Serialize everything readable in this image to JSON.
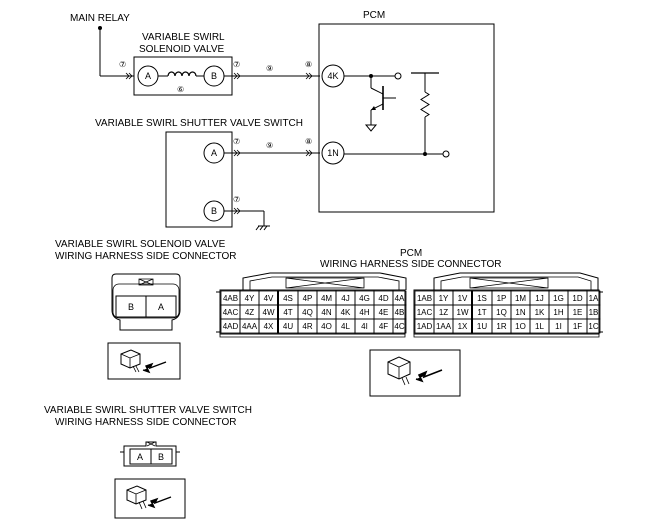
{
  "labels": {
    "main_relay": "MAIN RELAY",
    "pcm": "PCM",
    "solenoid_line1": "VARIABLE SWIRL",
    "solenoid_line2": "SOLENOID VALVE",
    "shutter_switch": "VARIABLE SWIRL SHUTTER VALVE SWITCH",
    "sol_conn_line1": "VARIABLE SWIRL SOLENOID VALVE",
    "sol_conn_line2": "WIRING HARNESS SIDE CONNECTOR",
    "pcm_conn_line1": "PCM",
    "pcm_conn_line2": "WIRING HARNESS SIDE CONNECTOR",
    "sw_conn_line1": "VARIABLE SWIRL SHUTTER VALVE SWITCH",
    "sw_conn_line2": "WIRING HARNESS SIDE CONNECTOR"
  },
  "pins": {
    "sol_a": "A",
    "sol_b": "B",
    "sw_a": "A",
    "sw_b": "B",
    "pcm_4k": "4K",
    "pcm_1n": "1N"
  },
  "refs": {
    "r7": "⑦",
    "r6": "⑥",
    "r8": "⑧",
    "r9": "⑨"
  },
  "connectors": {
    "sol_pins": [
      "B",
      "A"
    ],
    "sw_pins": [
      "A",
      "B"
    ],
    "pcm_left": [
      [
        "4AB",
        "4Y",
        "4V",
        "4S",
        "4P",
        "4M",
        "4J",
        "4G",
        "4D",
        "4A"
      ],
      [
        "4AC",
        "4Z",
        "4W",
        "4T",
        "4Q",
        "4N",
        "4K",
        "4H",
        "4E",
        "4B"
      ],
      [
        "4AD",
        "4AA",
        "4X",
        "4U",
        "4R",
        "4O",
        "4L",
        "4I",
        "4F",
        "4C"
      ]
    ],
    "pcm_right": [
      [
        "1AB",
        "1Y",
        "1V",
        "1S",
        "1P",
        "1M",
        "1J",
        "1G",
        "1D",
        "1A"
      ],
      [
        "1AC",
        "1Z",
        "1W",
        "1T",
        "1Q",
        "1N",
        "1K",
        "1H",
        "1E",
        "1B"
      ],
      [
        "1AD",
        "1AA",
        "1X",
        "1U",
        "1R",
        "1O",
        "1L",
        "1I",
        "1F",
        "1C"
      ]
    ]
  }
}
